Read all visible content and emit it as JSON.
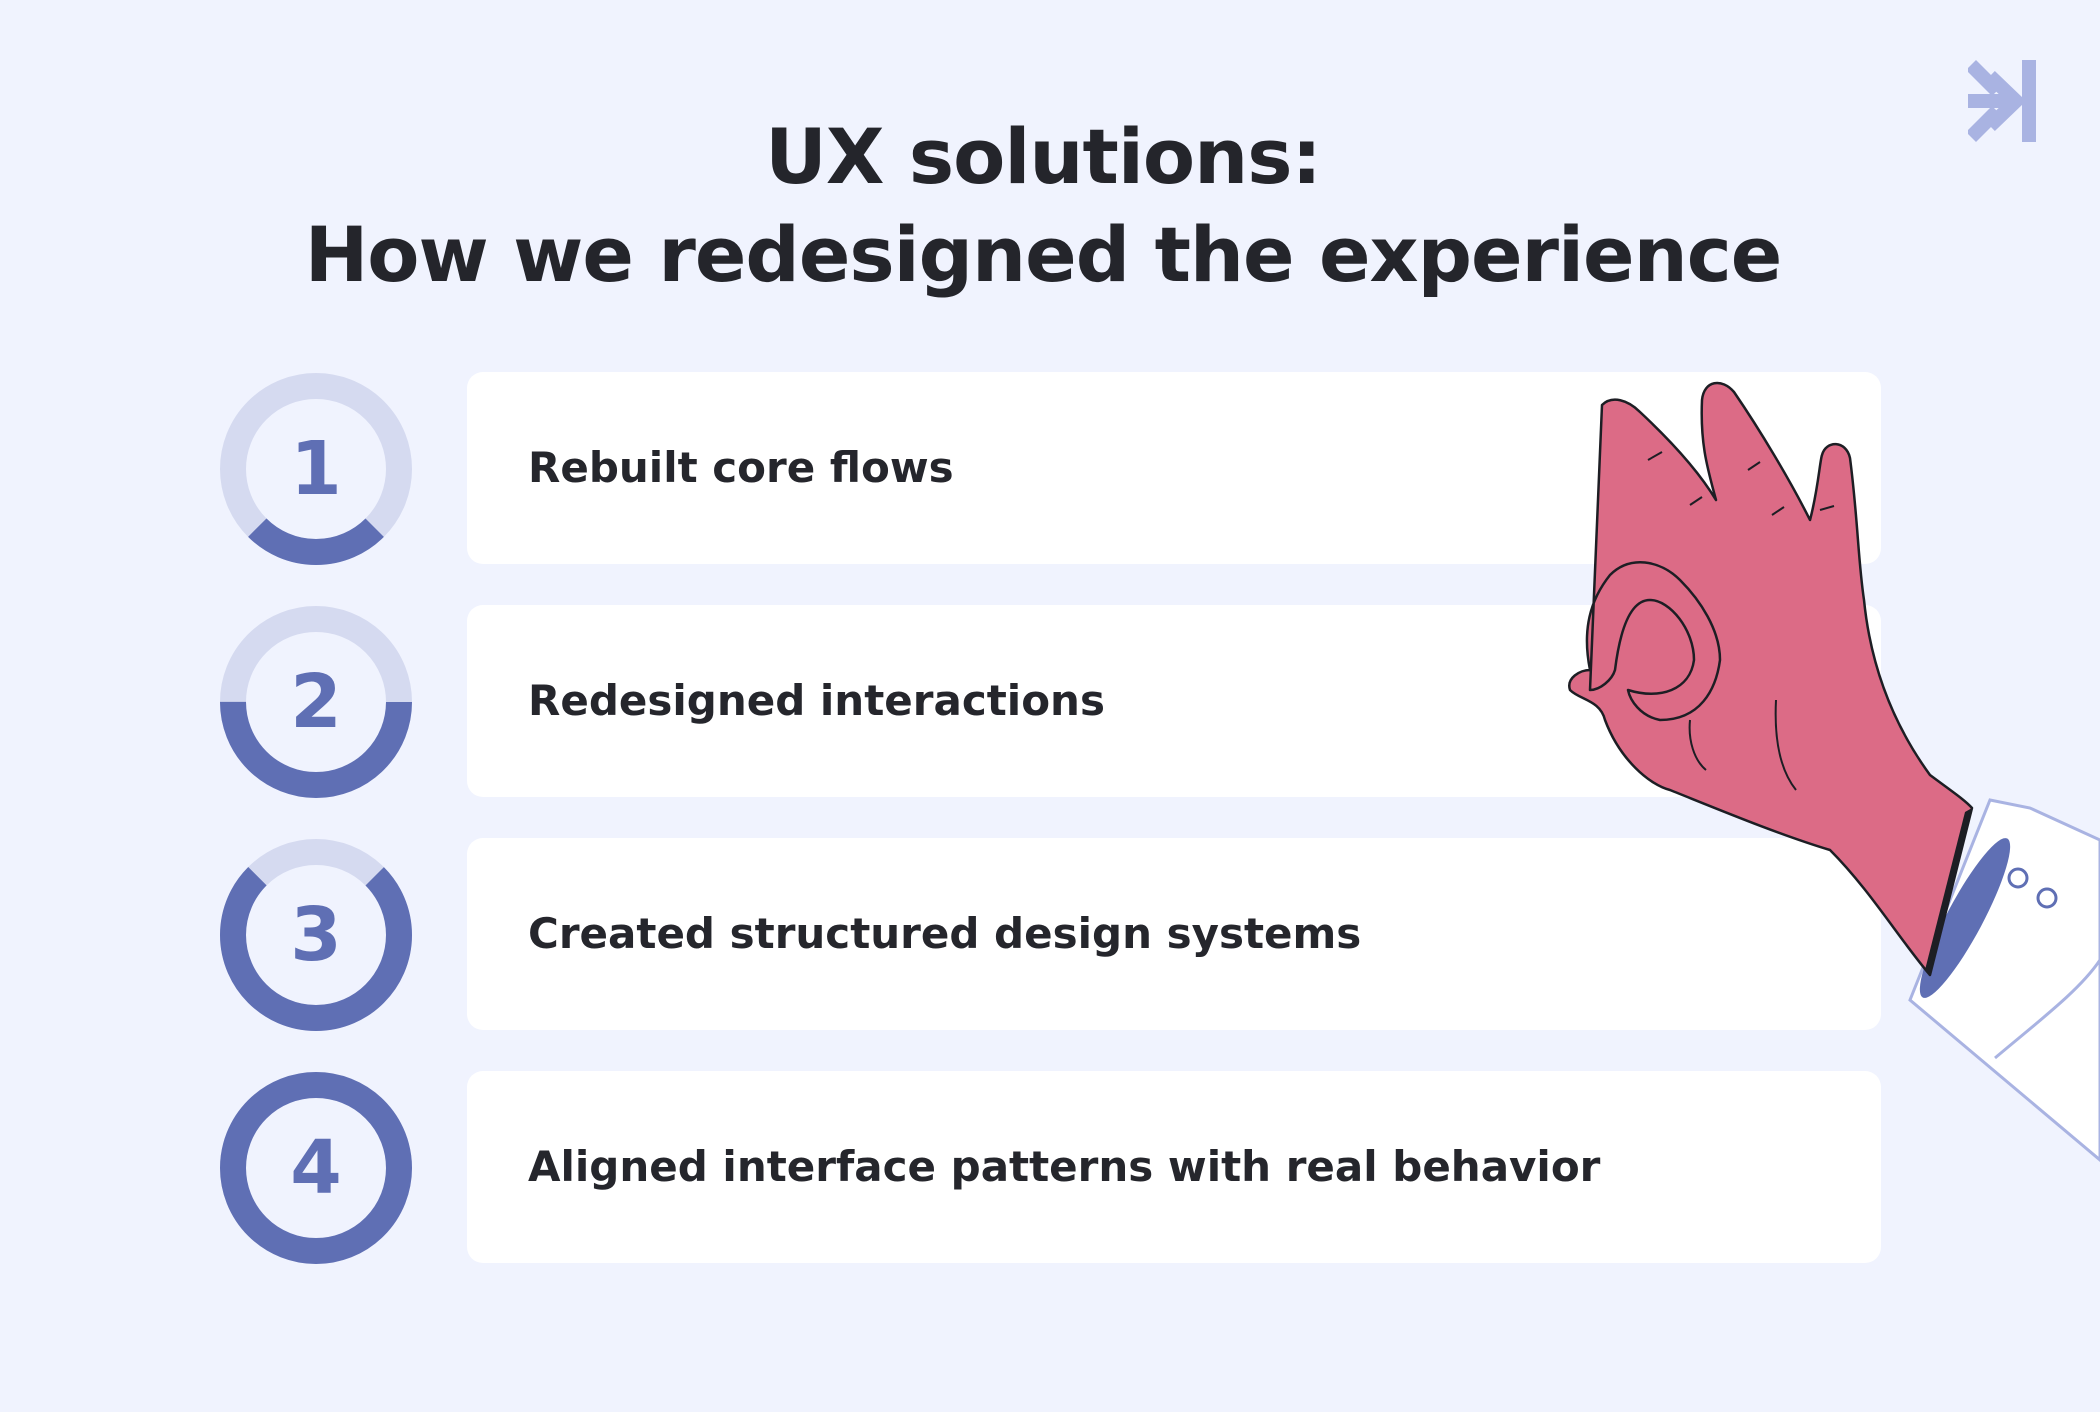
{
  "heading": {
    "line1": "UX solutions:",
    "line2": "How we redesigned the experience"
  },
  "steps": [
    {
      "number": "1",
      "label": "Rebuilt core flows",
      "progress": 0.25
    },
    {
      "number": "2",
      "label": "Redesigned interactions",
      "progress": 0.5
    },
    {
      "number": "3",
      "label": "Created structured design systems",
      "progress": 0.75
    },
    {
      "number": "4",
      "label": "Aligned interface patterns with real behavior",
      "progress": 1.0
    }
  ],
  "icons": {
    "logo": "arrow-into-bar-logo-icon",
    "illustration": "ok-hand-gesture-icon"
  },
  "colors": {
    "background": "#f0f3fe",
    "accent": "#5f6fb4",
    "ring_track": "#d5daf0",
    "card": "#ffffff",
    "text": "#24252b",
    "hand": "#dc6b86",
    "logo": "#a9b3e2"
  }
}
